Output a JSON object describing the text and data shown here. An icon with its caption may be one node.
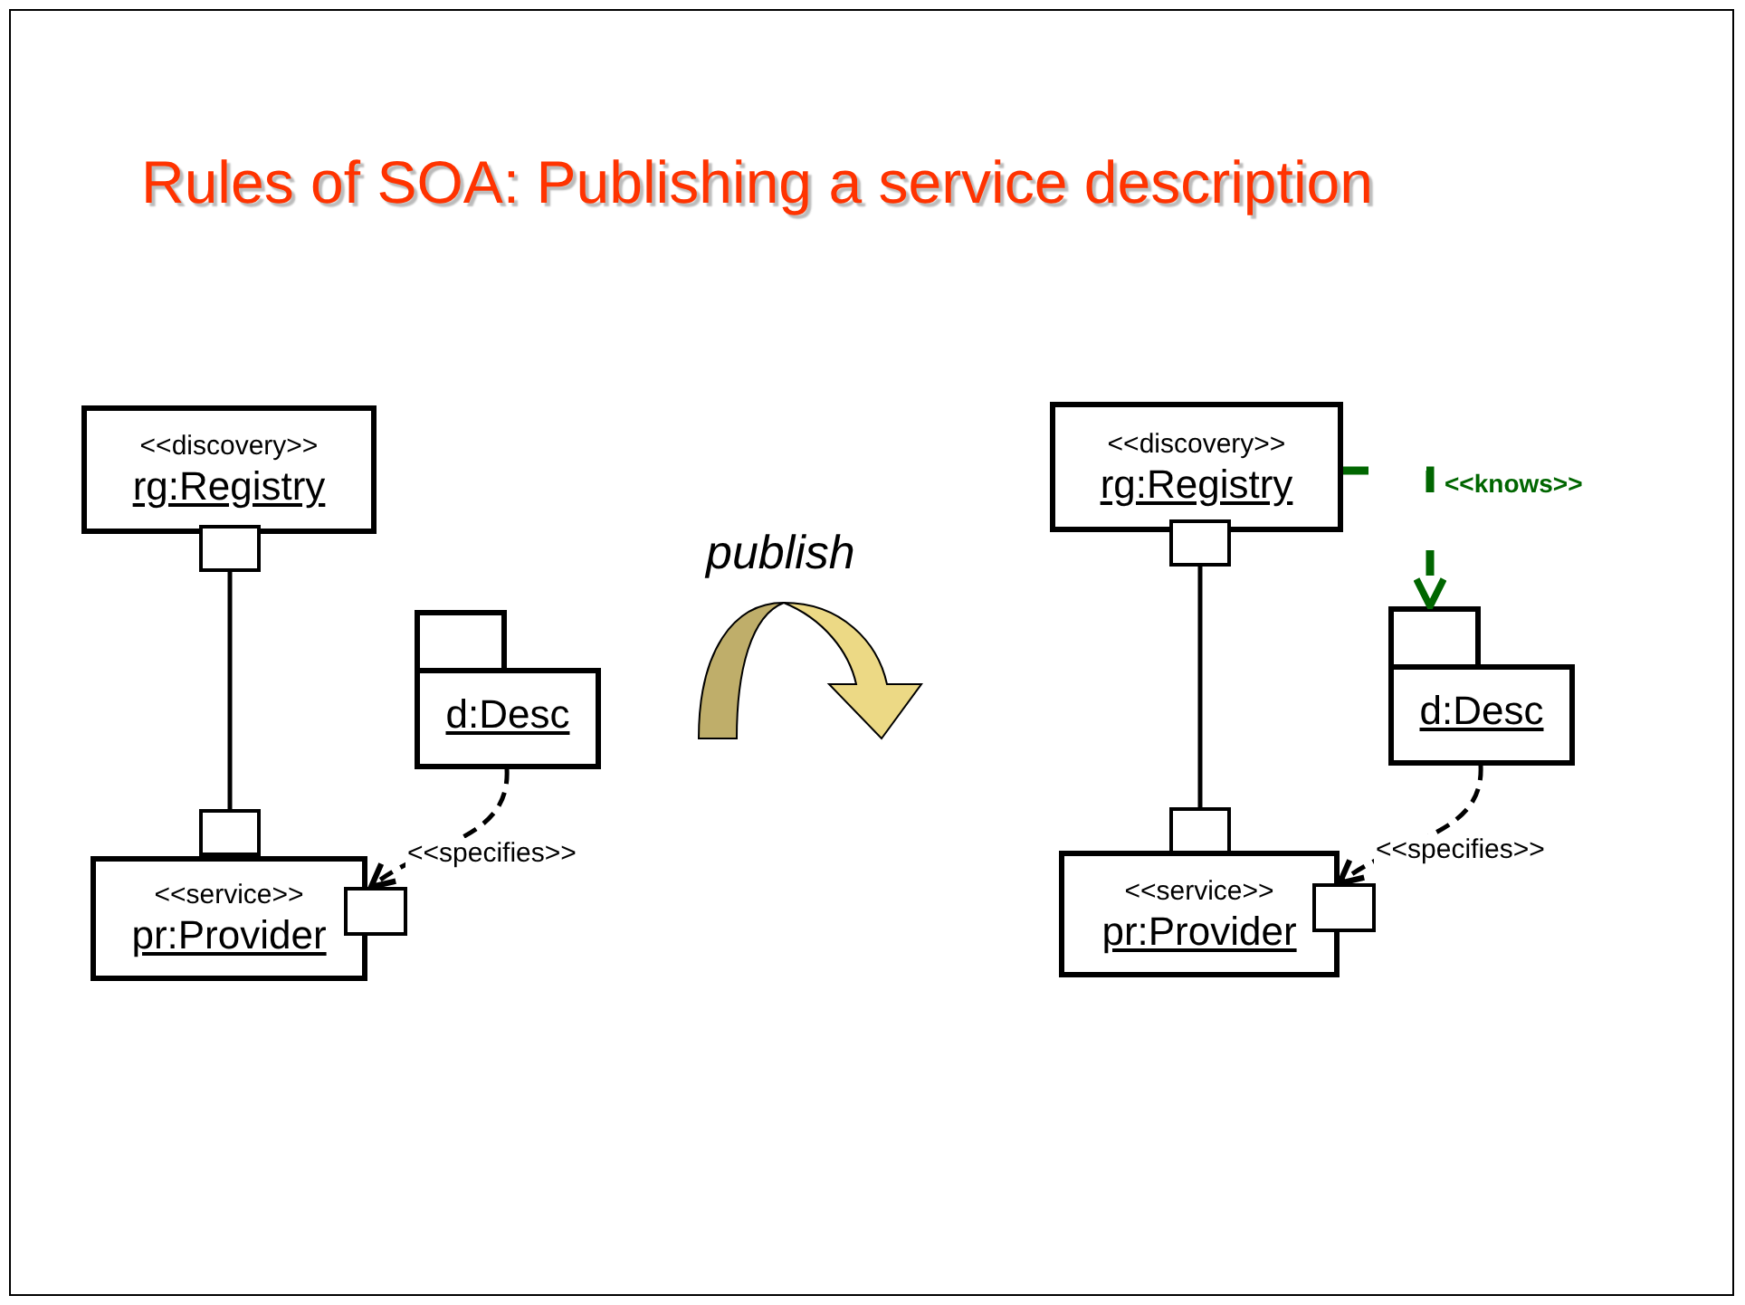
{
  "diagram": {
    "title": "Rules of SOA: Publishing a service description",
    "nodes": [
      {
        "text": [
          "<<discovery>>",
          "rg:Registry"
        ]
      },
      {
        "text": [],
        "shape": "box"
      },
      {
        "text": [],
        "shape": "box"
      },
      {
        "text": [
          "<<service>>",
          "pr:Provider"
        ]
      },
      {
        "text": [],
        "shape": "box"
      },
      {
        "text": [
          "d:Desc"
        ]
      },
      {
        "text": [
          "<<discovery>>",
          "rg:Registry"
        ]
      },
      {
        "text": [],
        "shape": "box"
      },
      {
        "text": [],
        "shape": "box"
      },
      {
        "text": [
          "<<service>>",
          "pr:Provider"
        ]
      },
      {
        "text": [],
        "shape": "box"
      },
      {
        "text": [
          "d:Desc"
        ]
      }
    ],
    "edges": [
      {
        "from": 1,
        "to": 2,
        "arrow": "none"
      },
      {
        "from": 5,
        "to": 4,
        "arrow": "to",
        "label": "<<specifies>>",
        "style": "dashed"
      },
      {
        "from": 7,
        "to": 8,
        "arrow": "none"
      },
      {
        "from": 11,
        "to": 10,
        "arrow": "to",
        "label": "<<specifies>>",
        "style": "dashed"
      },
      {
        "from": 6,
        "to": 11,
        "arrow": "to",
        "label": "<<knows>>",
        "style": "dashed",
        "color": "#006600"
      }
    ],
    "labels": [
      "publish"
    ]
  }
}
